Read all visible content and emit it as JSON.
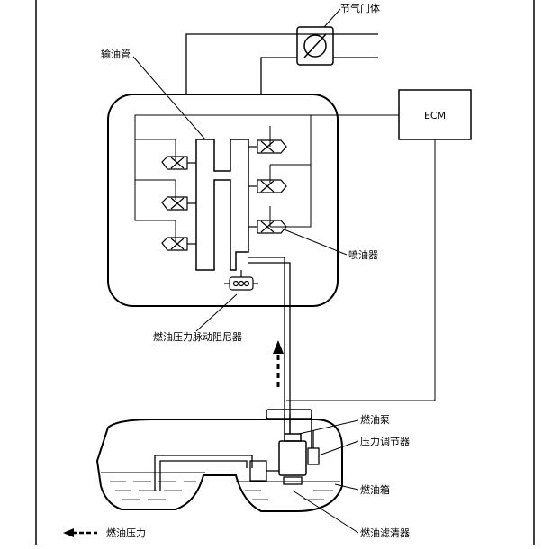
{
  "labels": {
    "throttle_body": "节气门体",
    "fuel_rail": "输油管",
    "ecm": "ECM",
    "injector": "喷油器",
    "pulsation_damper": "燃油压力脉动阻尼器",
    "fuel_pump": "燃油泵",
    "pressure_regulator": "压力调节器",
    "fuel_tank": "燃油箱",
    "fuel_filter": "燃油滤清器"
  },
  "legend": {
    "fuel_pressure": "燃油压力"
  },
  "colors": {
    "line": "#000000",
    "background": "#ffffff"
  }
}
